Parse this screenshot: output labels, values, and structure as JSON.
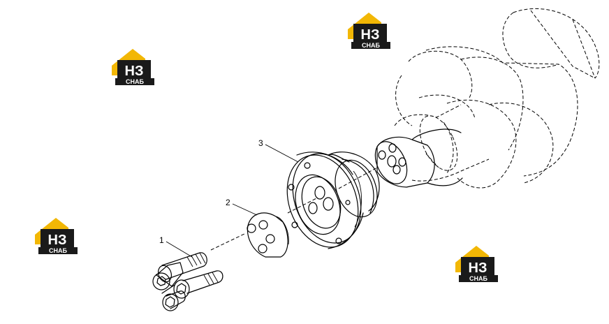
{
  "diagram": {
    "callouts": [
      {
        "id": "1",
        "label": "1"
      },
      {
        "id": "2",
        "label": "2"
      },
      {
        "id": "3",
        "label": "3"
      }
    ]
  },
  "watermark": {
    "brand_letters": "НЗ",
    "brand_word": "СНАБ",
    "colors": {
      "house": "#f2b705",
      "dark": "#1a1a1a",
      "white": "#ffffff"
    }
  }
}
